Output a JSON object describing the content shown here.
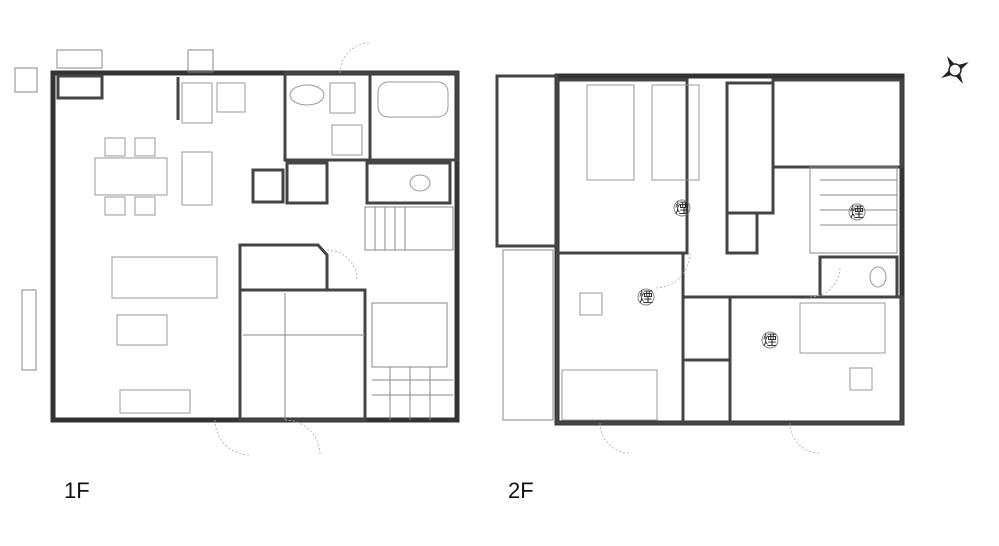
{
  "floors": [
    {
      "label": "1F"
    },
    {
      "label": "2F"
    }
  ],
  "smoke_detector_mark": "煙",
  "icons": {
    "compass": "compass-rose-icon"
  }
}
